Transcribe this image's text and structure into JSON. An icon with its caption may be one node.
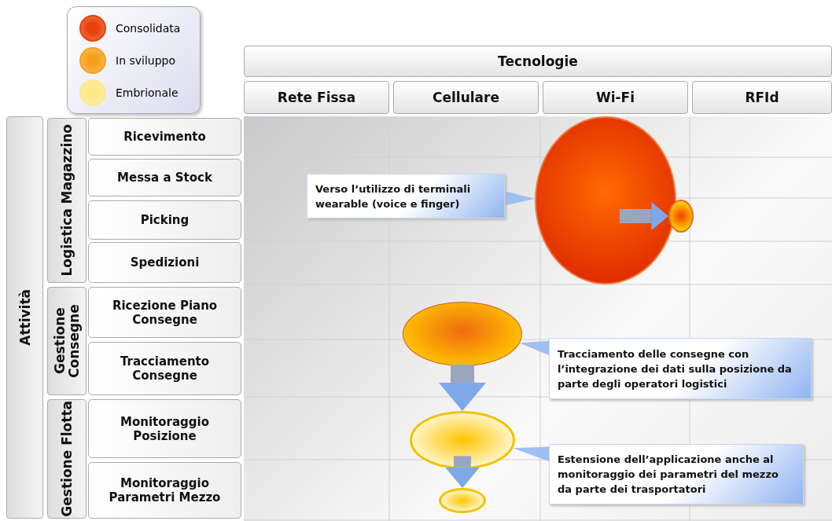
{
  "diagram": {
    "nodes": [
      {
        "text": [
          "Tecnologie"
        ]
      },
      {
        "text": [
          "Rete Fissa"
        ]
      },
      {
        "text": [
          "Cellulare"
        ]
      },
      {
        "text": [
          "Wi-Fi"
        ]
      },
      {
        "text": [
          "RFId"
        ]
      },
      {
        "text": [
          "Attività"
        ]
      },
      {
        "text": [
          "Logistica Magazzino"
        ]
      },
      {
        "text": [
          "Ricevimento"
        ]
      },
      {
        "text": [
          "Messa a Stock"
        ]
      },
      {
        "text": [
          "Picking"
        ]
      },
      {
        "text": [
          "Spedizioni"
        ]
      },
      {
        "text": [
          "Gestione Consegne"
        ]
      },
      {
        "text": [
          "Ricezione Piano Consegne"
        ]
      },
      {
        "text": [
          "Tracciamento Consegne"
        ]
      },
      {
        "text": [
          "Gestione Flotta"
        ]
      },
      {
        "text": [
          "Monitoraggio Posizione"
        ]
      },
      {
        "text": [
          "Monitoraggio Parametri Mezzo"
        ]
      },
      {
        "text": [],
        "shape": "circle"
      },
      {
        "text": [],
        "shape": "circle"
      },
      {
        "text": [],
        "shape": "circle"
      },
      {
        "text": [],
        "shape": "circle"
      },
      {
        "text": [],
        "shape": "circle"
      },
      {
        "text": [
          "Verso l’utilizzo di terminali wearable (voice e finger)"
        ]
      },
      {
        "text": [
          "Tracciamento delle consegne con l’integrazione dei dati sulla posizione da parte degli operatori logistici"
        ]
      },
      {
        "text": [
          "Estensione dell’applicazione anche al monitoraggio dei parametri del mezzo da parte dei trasportatori"
        ]
      }
    ],
    "edges": [
      {
        "from": 17,
        "to": 18,
        "arrow": "to"
      },
      {
        "from": 19,
        "to": 20,
        "arrow": "to"
      },
      {
        "from": 20,
        "to": 21,
        "arrow": "to"
      },
      {
        "from": 22,
        "to": 17,
        "arrow": "none"
      },
      {
        "from": 23,
        "to": 19,
        "arrow": "none"
      },
      {
        "from": 24,
        "to": 20,
        "arrow": "none"
      }
    ],
    "legend": [
      {
        "text": "Consolidata",
        "color": "#e8400a"
      },
      {
        "text": "In sviluppo",
        "color": "#f7a11a"
      },
      {
        "text": "Embrionale",
        "color": "#fde98a"
      }
    ]
  }
}
